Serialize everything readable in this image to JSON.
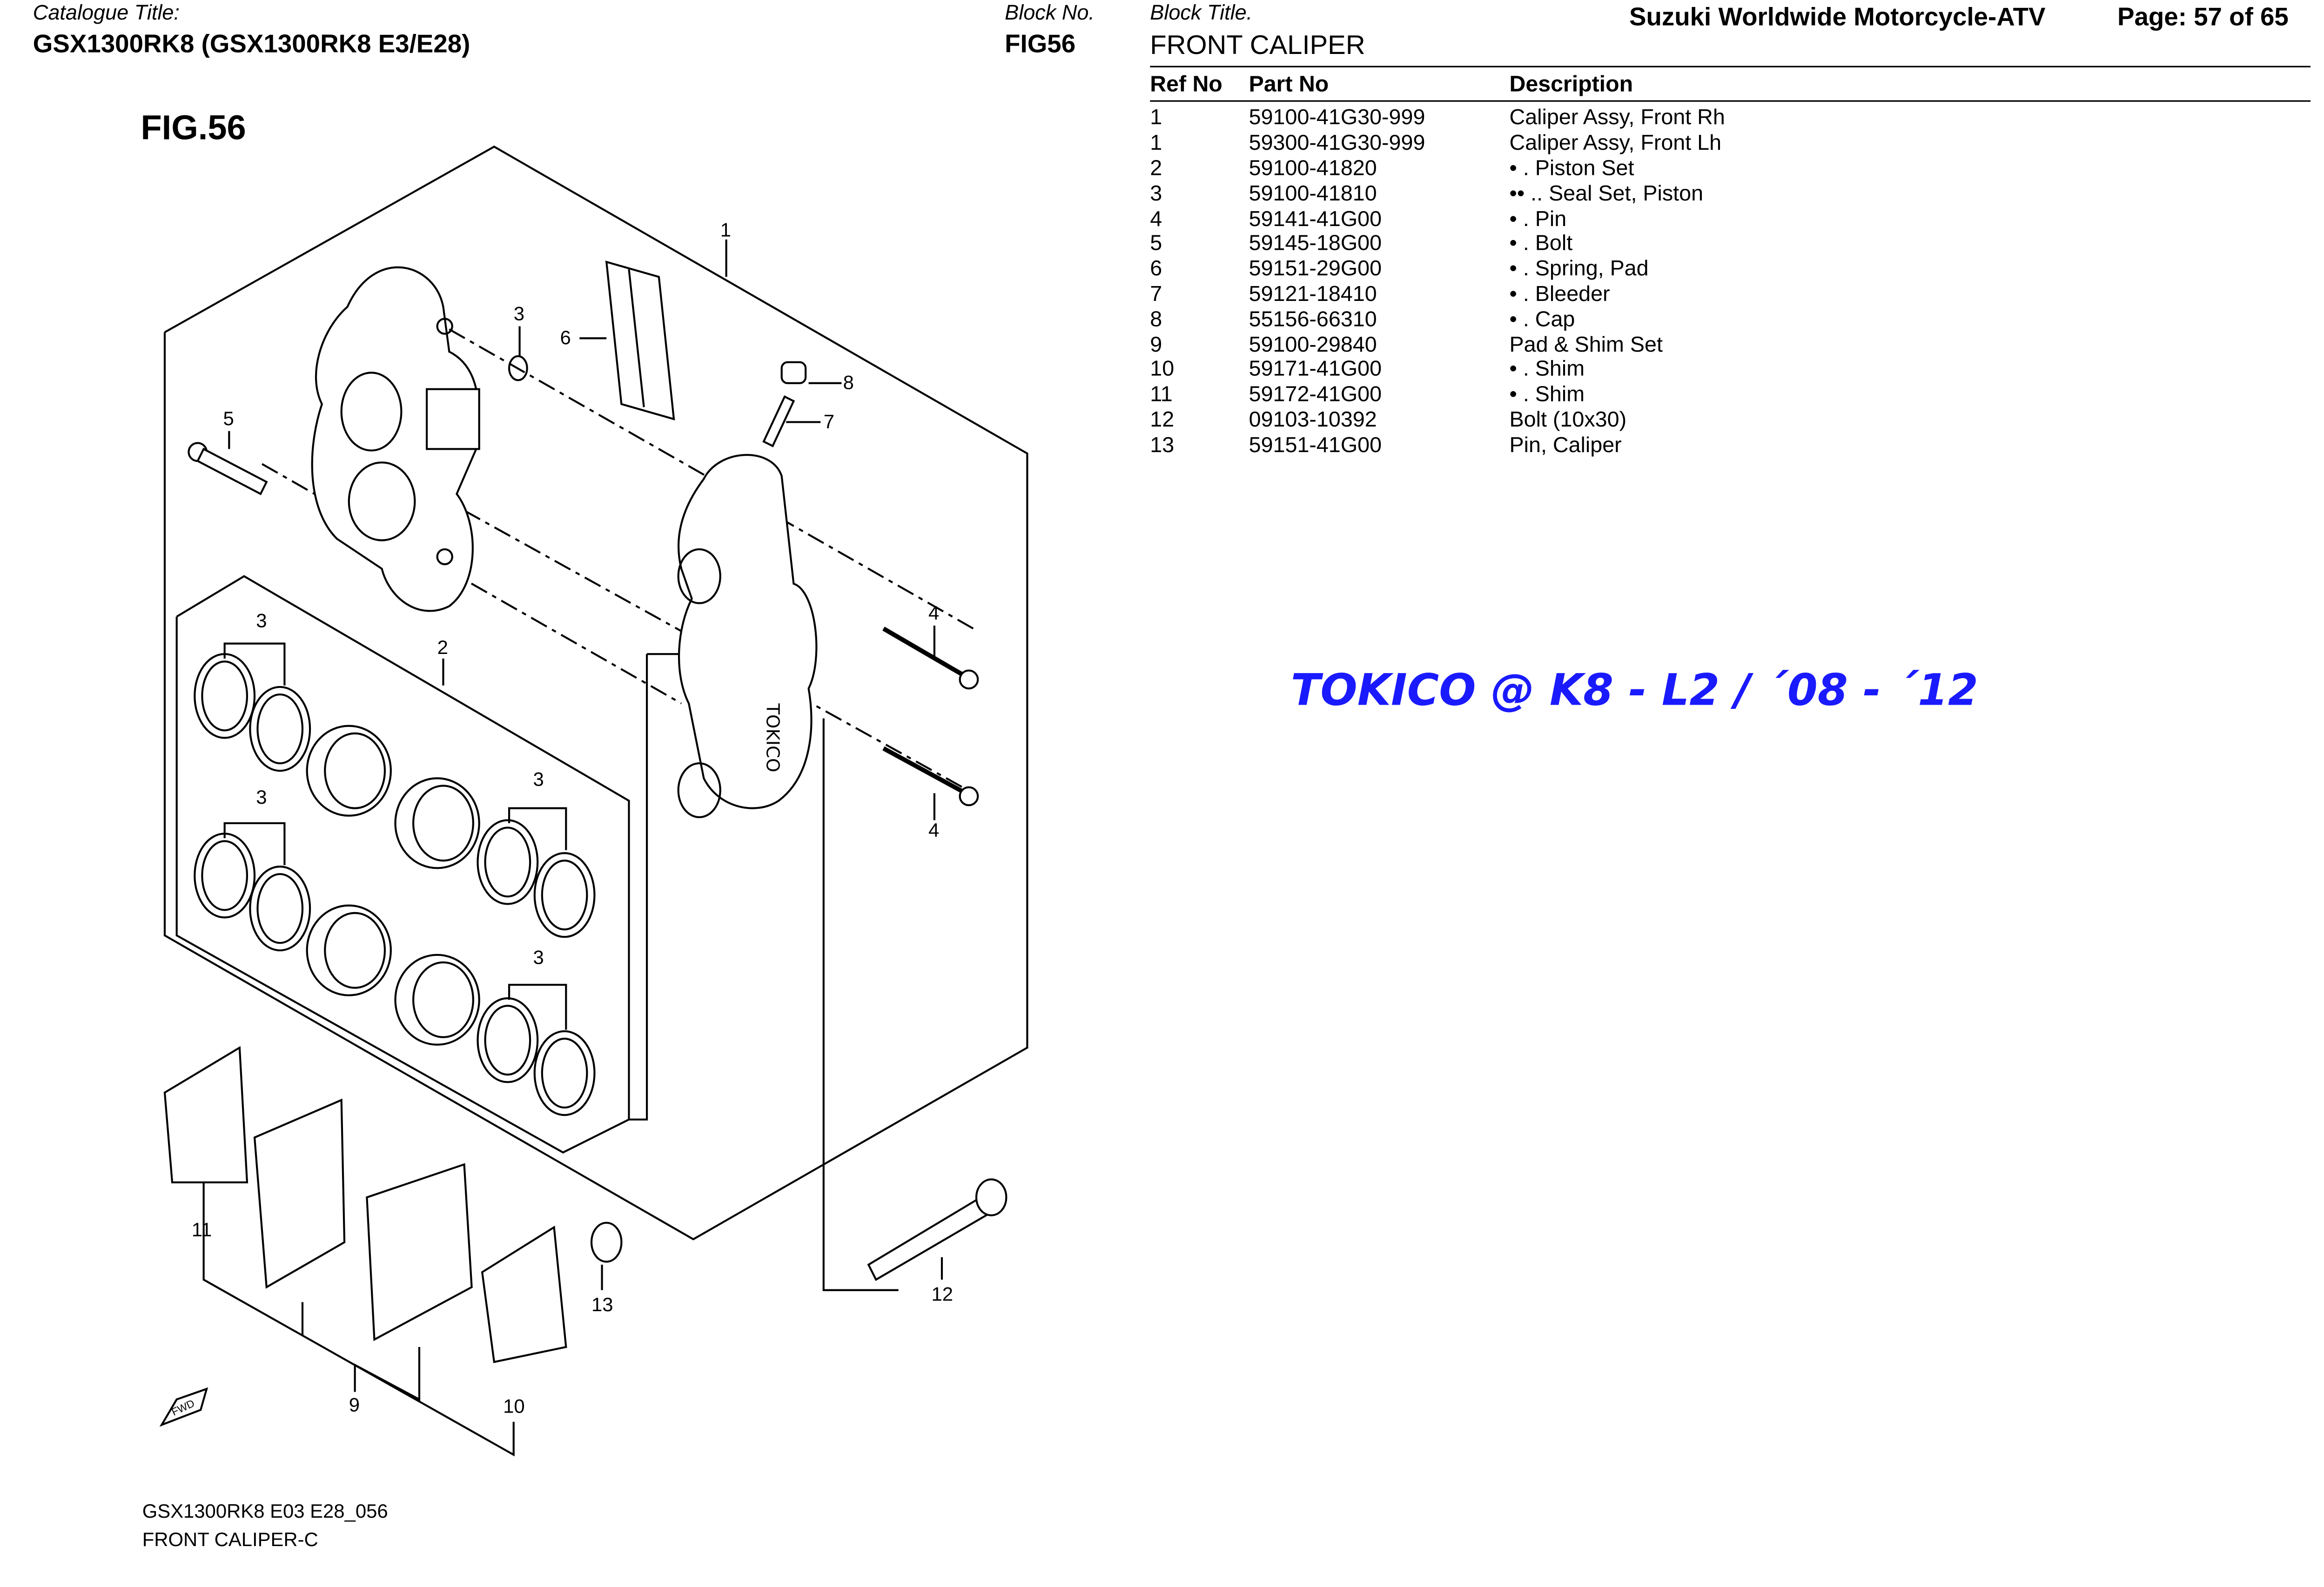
{
  "header": {
    "catalogue_title_label": "Catalogue Title:",
    "catalogue_title": "GSX1300RK8 (GSX1300RK8 E3/E28)",
    "block_no_label": "Block No.",
    "block_no": "FIG56",
    "block_title_label": "Block Title.",
    "block_title": "FRONT CALIPER",
    "brand": "Suzuki Worldwide Motorcycle-ATV",
    "page": "Page: 57 of 65"
  },
  "figure": {
    "title": "FIG.56",
    "callouts": [
      "1",
      "3",
      "6",
      "8",
      "7",
      "5",
      "4",
      "4",
      "3",
      "2",
      "3",
      "3",
      "3",
      "11",
      "13",
      "12",
      "9",
      "10"
    ],
    "fwd_label": "FWD",
    "annotation": "TOKICO @ K8 - L2 / ´08 - ´12",
    "annotation_color": "#1a1aff",
    "footer_line1": "GSX1300RK8 E03 E28_056",
    "footer_line2": "FRONT CALIPER-C"
  },
  "parts_table": {
    "columns": [
      "Ref No",
      "Part No",
      "Description"
    ],
    "rows": [
      [
        "1",
        "59100-41G30-999",
        "Caliper Assy, Front Rh"
      ],
      [
        "1",
        "59300-41G30-999",
        "Caliper Assy, Front Lh"
      ],
      [
        "2",
        "59100-41820",
        "• . Piston Set"
      ],
      [
        "3",
        "59100-41810",
        "•• .. Seal Set, Piston"
      ],
      [
        "4",
        "59141-41G00",
        "• . Pin"
      ],
      [
        "5",
        "59145-18G00",
        "• . Bolt"
      ],
      [
        "6",
        "59151-29G00",
        "• . Spring, Pad"
      ],
      [
        "7",
        "59121-18410",
        "• . Bleeder"
      ],
      [
        "8",
        "55156-66310",
        "• . Cap"
      ],
      [
        "9",
        "59100-29840",
        "Pad & Shim Set"
      ],
      [
        "10",
        "59171-41G00",
        "• . Shim"
      ],
      [
        "11",
        "59172-41G00",
        "• . Shim"
      ],
      [
        "12",
        "09103-10392",
        "Bolt (10x30)"
      ],
      [
        "13",
        "59151-41G00",
        "Pin, Caliper"
      ]
    ]
  }
}
